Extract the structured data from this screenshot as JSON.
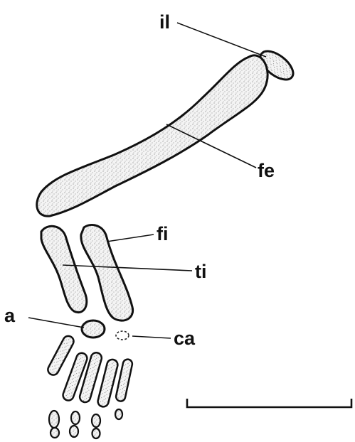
{
  "labels": {
    "ilium": "il",
    "femur": "fe",
    "fibula": "fi",
    "tibia": "ti",
    "astragalus": "a",
    "calcaneum": "ca"
  },
  "colors": {
    "ink": "#111111",
    "background": "#ffffff",
    "bone_fill": "#f2f2f2"
  }
}
